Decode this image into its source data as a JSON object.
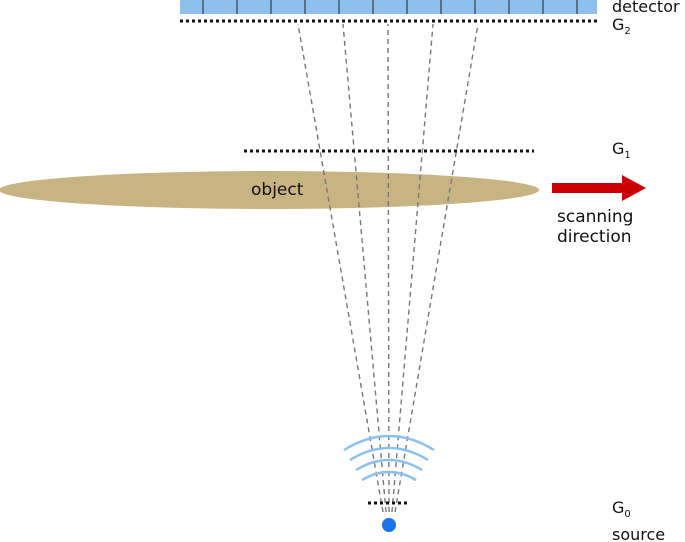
{
  "labels": {
    "detector": "detector",
    "g2": {
      "letter": "G",
      "subscript": "2"
    },
    "g1": {
      "letter": "G",
      "subscript": "1"
    },
    "g0": {
      "letter": "G",
      "subscript": "0"
    },
    "object": "object",
    "scanning_line1": "scanning",
    "scanning_line2": "direction",
    "source": "source"
  },
  "colors": {
    "detector_fill": "#8ec0ee",
    "object_fill": "#c8b482",
    "arrow": "#cc0000",
    "source_dot": "#1a73e8",
    "waves": "#8ec0ee",
    "rays": "#777777",
    "gratings": "#111111"
  },
  "icons": {
    "source": "point-source-icon",
    "waves": "wavefront-icon",
    "arrow": "right-arrow-icon"
  }
}
